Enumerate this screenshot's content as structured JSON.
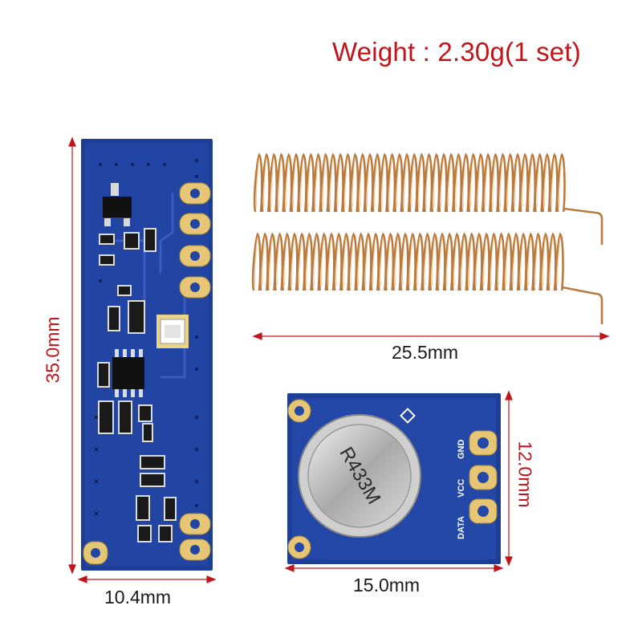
{
  "weight_label": "Weight : 2.30g(1 set)",
  "dimensions": {
    "receiver_height": "35.0mm",
    "receiver_width": "10.4mm",
    "antenna_length": "25.5mm",
    "transmitter_width": "15.0mm",
    "transmitter_height": "12.0mm"
  },
  "transmitter_pins": [
    "DATA",
    "VCC",
    "GND"
  ],
  "crystal_marking": "R433M",
  "colors": {
    "pcb": "#1f3f96",
    "pad_gold": "#e6c675",
    "spring_copper": "#c98a4a",
    "dimension_line": "#c0161b"
  }
}
